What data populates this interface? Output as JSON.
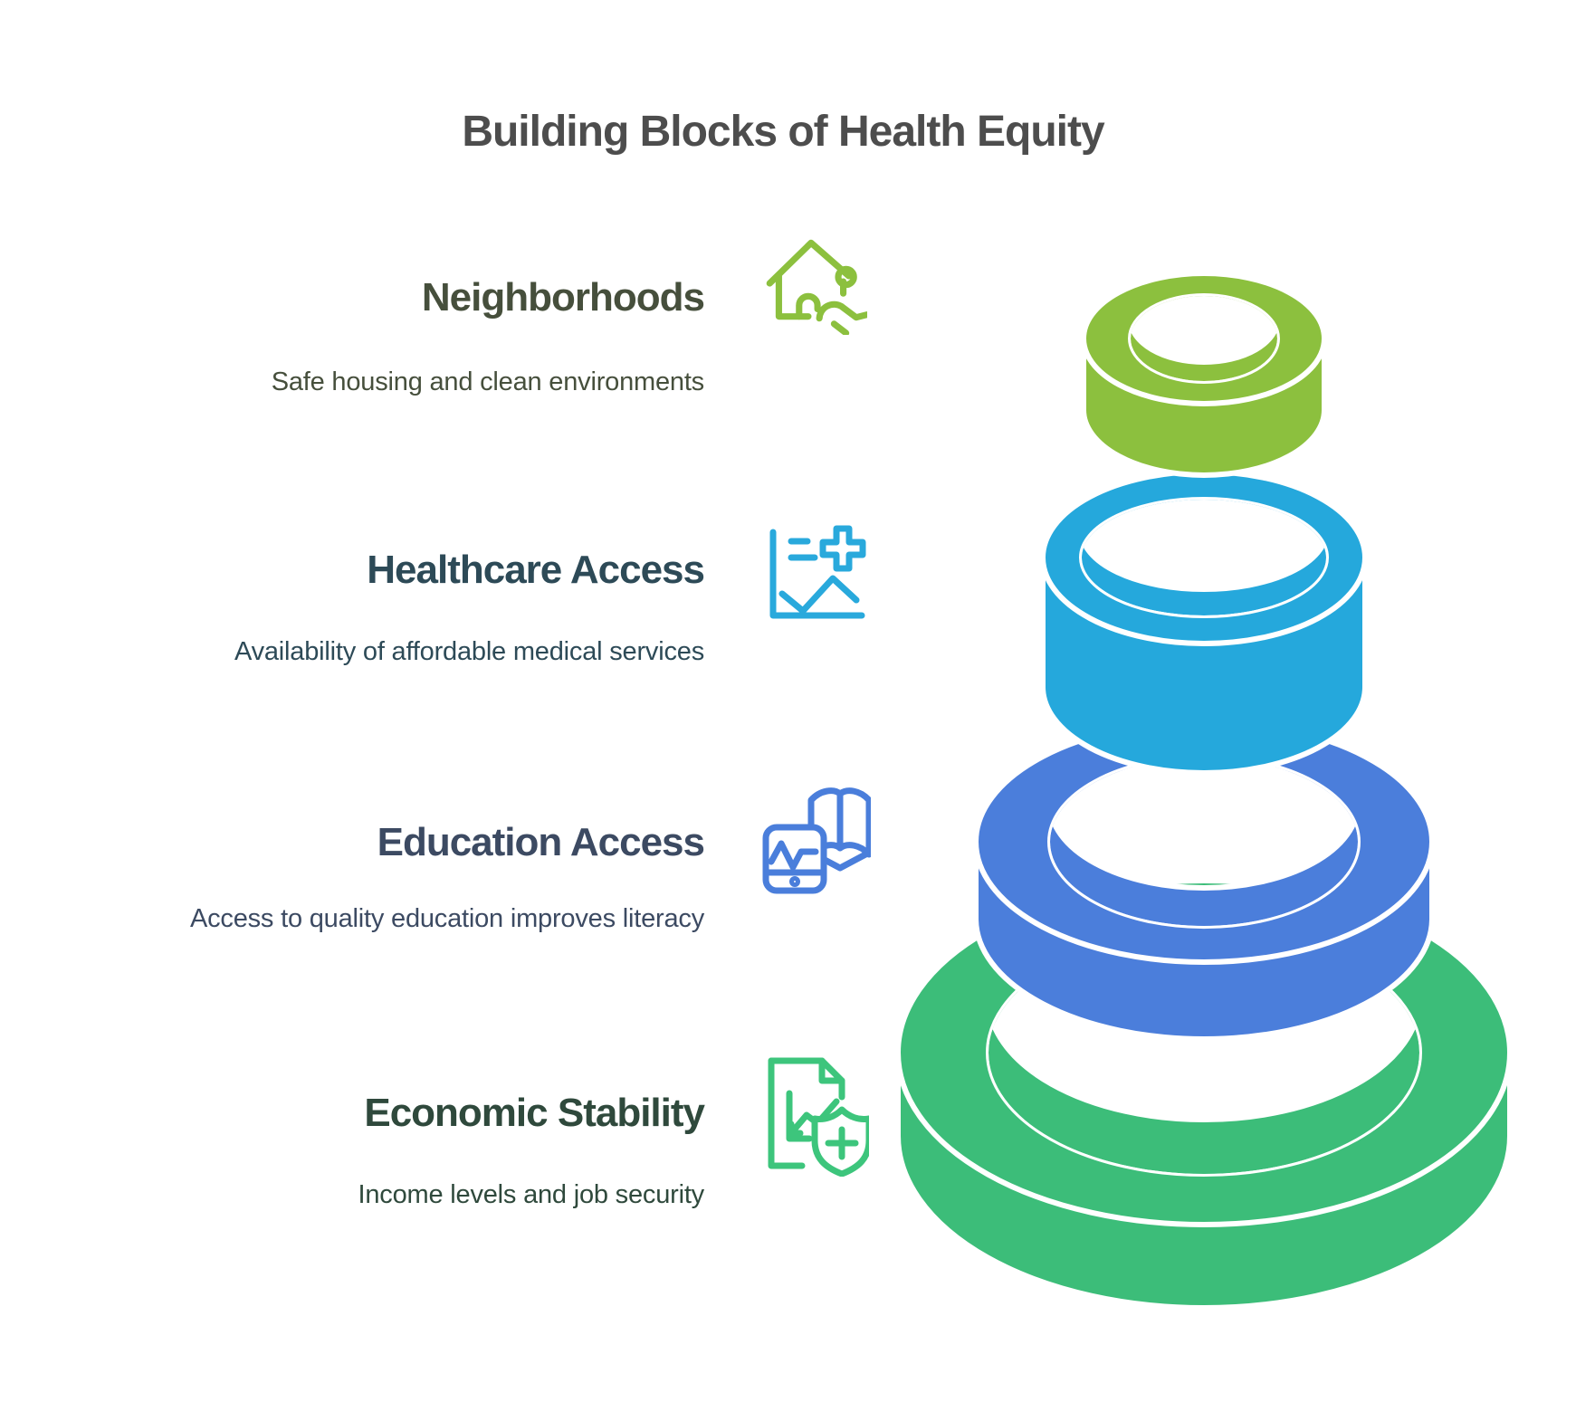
{
  "title": "Building Blocks of Health Equity",
  "title_color": "#4D4D4D",
  "sections": [
    {
      "heading": "Neighborhoods",
      "description": "Safe housing and clean environments",
      "icon": "house-person-icon",
      "icon_color": "#8CC03E",
      "text_color": "#464F3C"
    },
    {
      "heading": "Healthcare Access",
      "description": "Availability of affordable medical services",
      "icon": "chart-medical-cross-icon",
      "icon_color": "#29A9DC",
      "text_color": "#2D4A57"
    },
    {
      "heading": "Education Access",
      "description": "Access to quality education improves literacy",
      "icon": "phone-open-book-icon",
      "icon_color": "#4A7EDB",
      "text_color": "#3C4A62"
    },
    {
      "heading": "Economic Stability",
      "description": "Income levels and job security",
      "icon": "document-shield-plus-icon",
      "icon_color": "#3DC57C",
      "text_color": "#2F493C"
    }
  ],
  "rings": [
    {
      "name": "neighborhoods-ring",
      "color": "#8CC03E"
    },
    {
      "name": "healthcare-ring",
      "color": "#25A8DC"
    },
    {
      "name": "education-ring",
      "color": "#4B7EDB"
    },
    {
      "name": "economic-ring",
      "color": "#3CBD79"
    }
  ]
}
